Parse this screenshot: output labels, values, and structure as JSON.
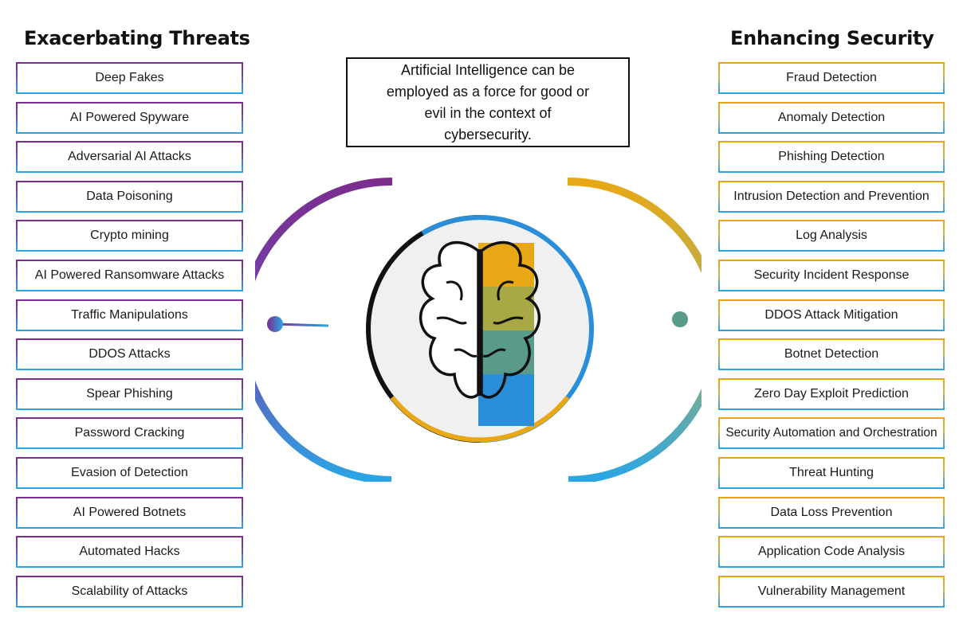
{
  "left": {
    "title": "Exacerbating Threats",
    "items": [
      "Deep Fakes",
      "AI Powered Spyware",
      "Adversarial AI Attacks",
      "Data Poisoning",
      "Crypto mining",
      "AI Powered Ransomware Attacks",
      "Traffic Manipulations",
      "DDOS Attacks",
      "Spear Phishing",
      "Password Cracking",
      "Evasion of Detection",
      "AI Powered Botnets",
      "Automated Hacks",
      "Scalability of Attacks"
    ]
  },
  "right": {
    "title": "Enhancing Security",
    "items": [
      "Fraud Detection",
      "Anomaly Detection",
      "Phishing Detection",
      "Intrusion Detection and Prevention",
      "Log Analysis",
      "Security Incident Response",
      "DDOS Attack Mitigation",
      "Botnet Detection",
      "Zero Day Exploit Prediction",
      "Security Automation and Orchestration",
      "Threat Hunting",
      "Data Loss Prevention",
      "Application Code Analysis",
      "Vulnerability Management"
    ]
  },
  "center": {
    "caption": "Artificial Intelligence can be employed as a force for good or evil in the context of cybersecurity.",
    "icon": "brain-icon"
  },
  "colors": {
    "purple": "#7b2d8e",
    "blue": "#2aa6e6",
    "gold": "#e8a714",
    "teal": "#5a9a8a",
    "olive": "#a8a845"
  }
}
